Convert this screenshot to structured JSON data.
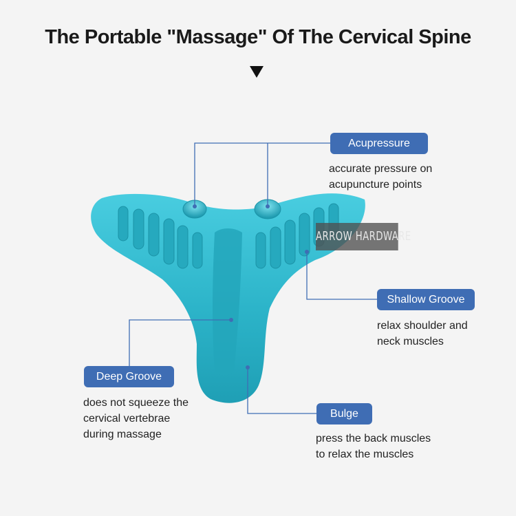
{
  "title": "The Portable \"Massage\" Of The Cervical Spine",
  "watermark": "ARROW HARDWARE",
  "colors": {
    "tag_bg": "#3f6db4",
    "product": "#2fb7cc",
    "leader_line": "#3f6db4"
  },
  "callouts": {
    "acupressure": {
      "label": "Acupressure",
      "desc_line1": "accurate pressure on",
      "desc_line2": "acupuncture points"
    },
    "shallow_groove": {
      "label": "Shallow Groove",
      "desc_line1": "relax shoulder and",
      "desc_line2": "neck muscles"
    },
    "deep_groove": {
      "label": "Deep Groove",
      "desc_line1": "does not squeeze the",
      "desc_line2": "cervical vertebrae",
      "desc_line3": "during massage"
    },
    "bulge": {
      "label": "Bulge",
      "desc_line1": "press the back muscles",
      "desc_line2": "to relax the muscles"
    }
  }
}
